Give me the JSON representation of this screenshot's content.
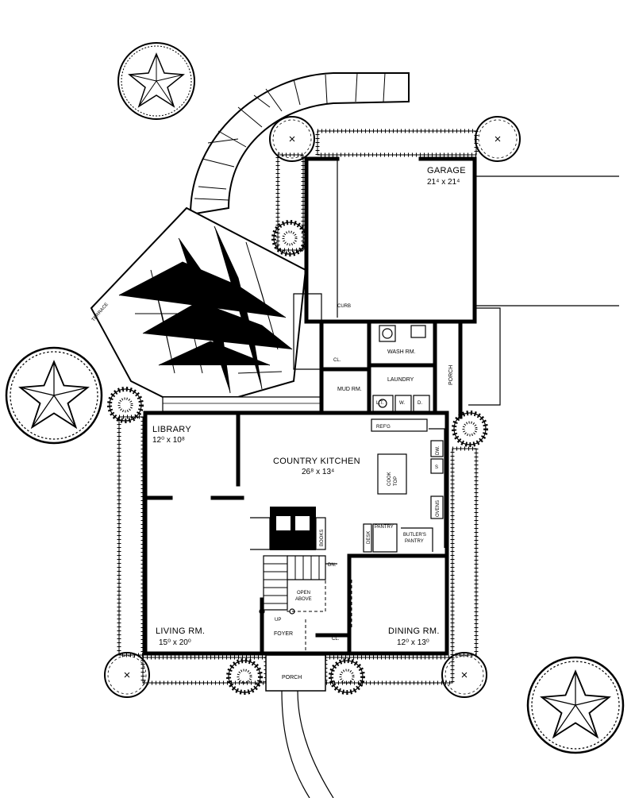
{
  "rooms": {
    "garage": {
      "name": "GARAGE",
      "dim": "21⁴ x 21⁴"
    },
    "curb": "CURB",
    "wash_rm": "WASH RM.",
    "laundry": "LAUNDRY",
    "mud_rm": "MUD RM.",
    "closet_a": "CL.",
    "closet_b": "CL.",
    "porch_side": "PORCH",
    "terrace": "TERRACE",
    "library": {
      "name": "LIBRARY",
      "dim": "12⁰ x 10⁸"
    },
    "kitchen": {
      "name": "COUNTRY KITCHEN",
      "dim": "26⁸ x 13⁴"
    },
    "living": {
      "name": "LIVING RM.",
      "dim": "15⁰ x 20⁰"
    },
    "dining": {
      "name": "DINING RM.",
      "dim": "12⁰ x 13⁰"
    },
    "foyer": "FOYER",
    "porch_front": "PORCH",
    "pantry": "PANTRY",
    "butlers_pantry": [
      "BUTLER'S",
      "PANTRY"
    ],
    "desk": "DESK",
    "books": "BOOKS",
    "open_above": [
      "OPEN",
      "ABOVE"
    ],
    "dn": "DN.",
    "up": "UP"
  },
  "fixtures": {
    "refg": "REF'G",
    "cook_top": [
      "COOK",
      "TOP"
    ],
    "dw": "DW.",
    "ovens": "OVENS",
    "sink": "S",
    "lt": "L.T.",
    "w": "W.",
    "d": "D."
  }
}
